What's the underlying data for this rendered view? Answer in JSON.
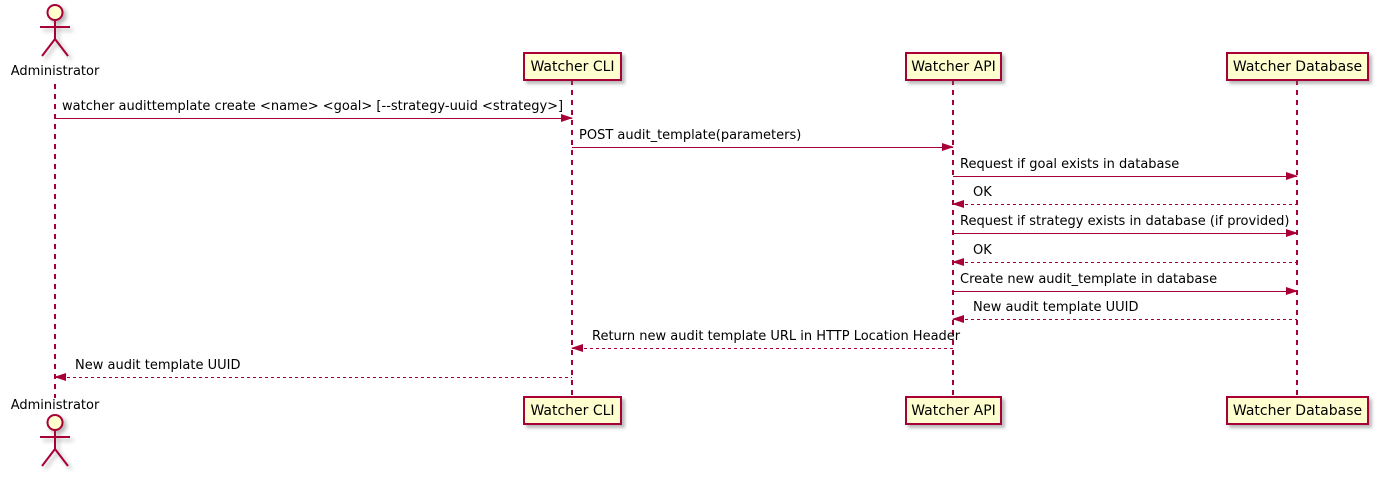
{
  "colors": {
    "accent": "#a80036",
    "participant-fill": "#fefece",
    "text": "#000000",
    "background": "#ffffff"
  },
  "actor": {
    "name": "Administrator"
  },
  "participants": [
    {
      "label": "Watcher CLI"
    },
    {
      "label": "Watcher API"
    },
    {
      "label": "Watcher Database"
    }
  ],
  "messages": [
    {
      "text": "watcher audittemplate create <name> <goal> [--strategy-uuid <strategy>]",
      "from": "Administrator",
      "to": "Watcher CLI",
      "style": "solid"
    },
    {
      "text": "POST audit_template(parameters)",
      "from": "Watcher CLI",
      "to": "Watcher API",
      "style": "solid"
    },
    {
      "text": "Request if goal exists in database",
      "from": "Watcher API",
      "to": "Watcher Database",
      "style": "solid"
    },
    {
      "text": "OK",
      "from": "Watcher Database",
      "to": "Watcher API",
      "style": "dashed"
    },
    {
      "text": "Request if strategy exists in database (if provided)",
      "from": "Watcher API",
      "to": "Watcher Database",
      "style": "solid"
    },
    {
      "text": "OK",
      "from": "Watcher Database",
      "to": "Watcher API",
      "style": "dashed"
    },
    {
      "text": "Create new audit_template in database",
      "from": "Watcher API",
      "to": "Watcher Database",
      "style": "solid"
    },
    {
      "text": "New audit template UUID",
      "from": "Watcher Database",
      "to": "Watcher API",
      "style": "dashed"
    },
    {
      "text": "Return new audit template URL in HTTP Location Header",
      "from": "Watcher API",
      "to": "Watcher CLI",
      "style": "dashed"
    },
    {
      "text": "New audit template UUID",
      "from": "Watcher CLI",
      "to": "Administrator",
      "style": "dashed"
    }
  ]
}
